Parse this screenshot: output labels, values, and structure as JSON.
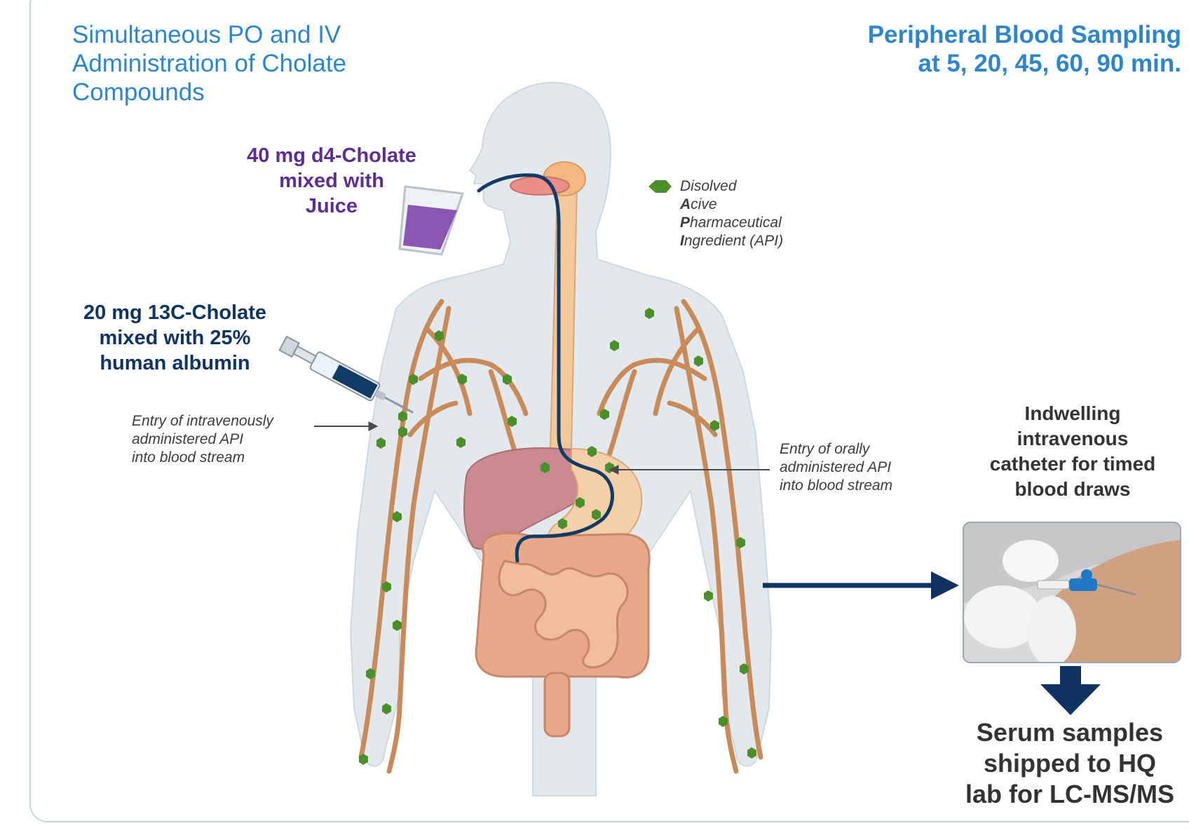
{
  "left_title": [
    "Simultaneous PO and IV",
    "Administration of Cholate",
    "Compounds"
  ],
  "right_title": [
    "Peripheral Blood Sampling",
    "at  5, 20, 45, 60, 90 min."
  ],
  "oral_dose": [
    "40 mg d4-Cholate",
    "mixed with",
    "Juice"
  ],
  "iv_dose": [
    "20 mg 13C-Cholate",
    "mixed with 25%",
    "human albumin"
  ],
  "legend": {
    "line1": "Disolved",
    "line2_initial": "A",
    "line2_rest": "cive",
    "line3_initial": "P",
    "line3_rest": "harmaceutical",
    "line4_initial": "I",
    "line4_rest": "ngredient (API)"
  },
  "iv_entry_note": [
    "Entry of intravenously",
    "administered API",
    "into blood stream"
  ],
  "oral_entry_note": [
    "Entry of orally",
    "administered API",
    "into blood stream"
  ],
  "catheter_label": [
    "Indwelling",
    "intravenous",
    "catheter for timed",
    "blood draws"
  ],
  "result_label": [
    "Serum samples",
    "shipped to HQ",
    "lab for LC-MS/MS"
  ],
  "colors": {
    "title_blue": "#2e86c8",
    "oral_purple": "#5d2d91",
    "iv_navy": "#0f3462",
    "arrow_navy": "#0f3462",
    "api_green": "#4b8f2b",
    "vessel_orange": "#c98a5a",
    "body_silhouette": "#e3e8ed"
  },
  "icons": [
    "human-body-silhouette",
    "juice-glass-icon",
    "syringe-icon",
    "api-hexagon-icon",
    "catheter-photo"
  ]
}
